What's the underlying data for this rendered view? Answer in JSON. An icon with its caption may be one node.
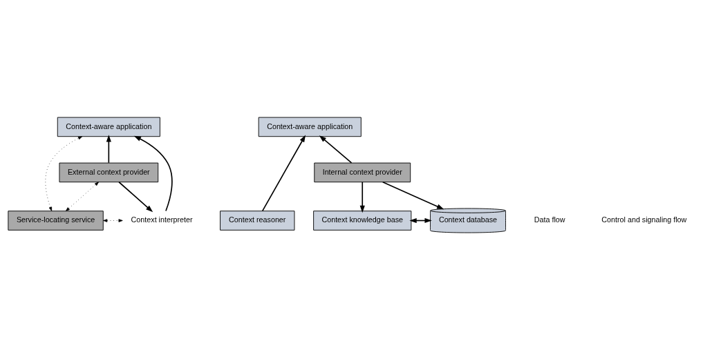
{
  "diagram": {
    "nodes": [
      {
        "text": [
          "Context-aware application"
        ]
      },
      {
        "text": [
          "Service-locating service"
        ]
      },
      {
        "text": [
          "Context interpreter"
        ]
      },
      {
        "text": [
          "External context provider"
        ]
      },
      {
        "text": [
          "Context-aware application"
        ]
      },
      {
        "text": [
          "Context reasoner"
        ]
      },
      {
        "text": [
          "Context knowledge base"
        ]
      },
      {
        "text": [
          "Context database"
        ]
      },
      {
        "text": [
          "Internal context provider"
        ]
      }
    ],
    "edges": [
      {
        "from": 1,
        "to": 0,
        "arrow": "both",
        "style": "dashed"
      },
      {
        "from": 1,
        "to": 2,
        "arrow": "both",
        "style": "dashed"
      },
      {
        "from": 1,
        "to": 3,
        "arrow": "both",
        "style": "dashed"
      },
      {
        "from": 3,
        "to": 0,
        "arrow": "to"
      },
      {
        "from": 3,
        "to": 2,
        "arrow": "to"
      },
      {
        "from": 2,
        "to": 0,
        "arrow": "to"
      },
      {
        "from": 5,
        "to": 4,
        "arrow": "to"
      },
      {
        "from": 8,
        "to": 4,
        "arrow": "to"
      },
      {
        "from": 6,
        "to": 7,
        "arrow": "both"
      },
      {
        "from": 8,
        "to": 6,
        "arrow": "to"
      },
      {
        "from": 8,
        "to": 7,
        "arrow": "to"
      }
    ],
    "legend": [
      {
        "text": "Data flow"
      },
      {
        "text": "Control and signaling flow"
      }
    ]
  }
}
